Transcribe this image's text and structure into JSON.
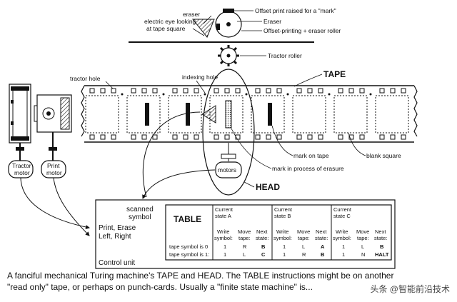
{
  "labels": {
    "eraser_top": "eraser",
    "offset_raised": "Offset print raised for a \"mark\"",
    "eraser_right": "Eraser",
    "offset_roller": "Offset-printing + eraser roller",
    "electric_eye": "electric eye looking",
    "electric_eye2": "at tape square",
    "tractor_roller": "Tractor roller",
    "tape": "TAPE",
    "tractor_hole": "tractor hole",
    "indexing_hole": "indexing hole",
    "mark_on_tape": "mark on tape",
    "blank_square": "blank square",
    "mark_erasure": "mark in process of erasure",
    "motors": "motors",
    "head": "HEAD",
    "tractor_motor_1": "Tractor",
    "tractor_motor_2": "motor",
    "print_motor_1": "Print",
    "print_motor_2": "motor",
    "scanned_1": "scanned",
    "scanned_2": "symbol",
    "print_erase": "Print, Erase",
    "left_right": "Left, Right",
    "control_unit": "Control unit"
  },
  "table": {
    "title": "TABLE",
    "states": [
      {
        "line1": "Current",
        "line2": "state A"
      },
      {
        "line1": "Current",
        "line2": "state B"
      },
      {
        "line1": "Current",
        "line2": "state C"
      }
    ],
    "col_headers": {
      "write": [
        "Write",
        "symbol:"
      ],
      "move": [
        "Move",
        "tape:"
      ],
      "next": [
        "Next",
        "state:"
      ]
    },
    "row_labels": [
      "tape symbol is 0",
      "tape symbol is 1:"
    ],
    "rows": [
      [
        "1",
        "R",
        "B",
        "1",
        "L",
        "A",
        "1",
        "L",
        "B"
      ],
      [
        "1",
        "L",
        "C",
        "1",
        "R",
        "B",
        "1",
        "N",
        "HALT"
      ]
    ]
  },
  "caption": {
    "line1": "A fanciful mechanical Turing machine's TAPE and HEAD. The TABLE instructions might be on another",
    "line2": "\"read only\" tape, or perhaps on punch-cards. Usually a \"finite state machine\" is..."
  },
  "watermark": "头条 @智能前沿技术"
}
